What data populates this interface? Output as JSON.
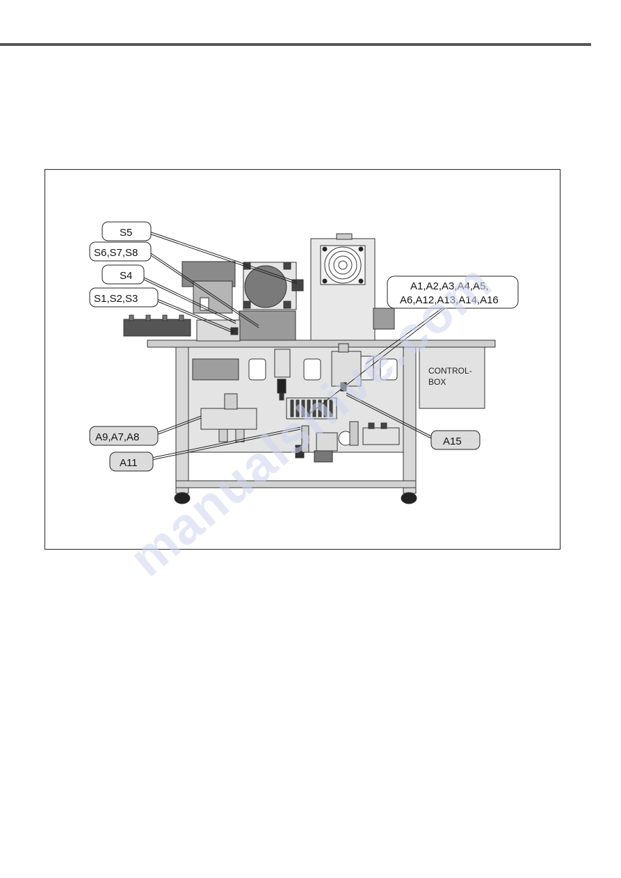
{
  "callouts": {
    "s5": "S5",
    "s6_s7_s8": "S6,S7,S8",
    "s4": "S4",
    "s1_s2_s3": "S1,S2,S3",
    "a_group_line1": "A1,A2,A3,A4,A5,",
    "a_group_line2": "A6,A12,A13,A14,A16",
    "a9_a7_a8": "A9,A7,A8",
    "a11": "A11",
    "a15": "A15"
  },
  "control_box": {
    "line1": "CONTROL-",
    "line2": "BOX"
  },
  "watermark": "manualshive.com",
  "colors": {
    "rule": "#555555",
    "machine_gray": "#d9d9d9",
    "dark_gray": "#6e6e6e",
    "callout_fill": "#dcdcdc"
  },
  "icons": [
    "machine-drawing"
  ]
}
